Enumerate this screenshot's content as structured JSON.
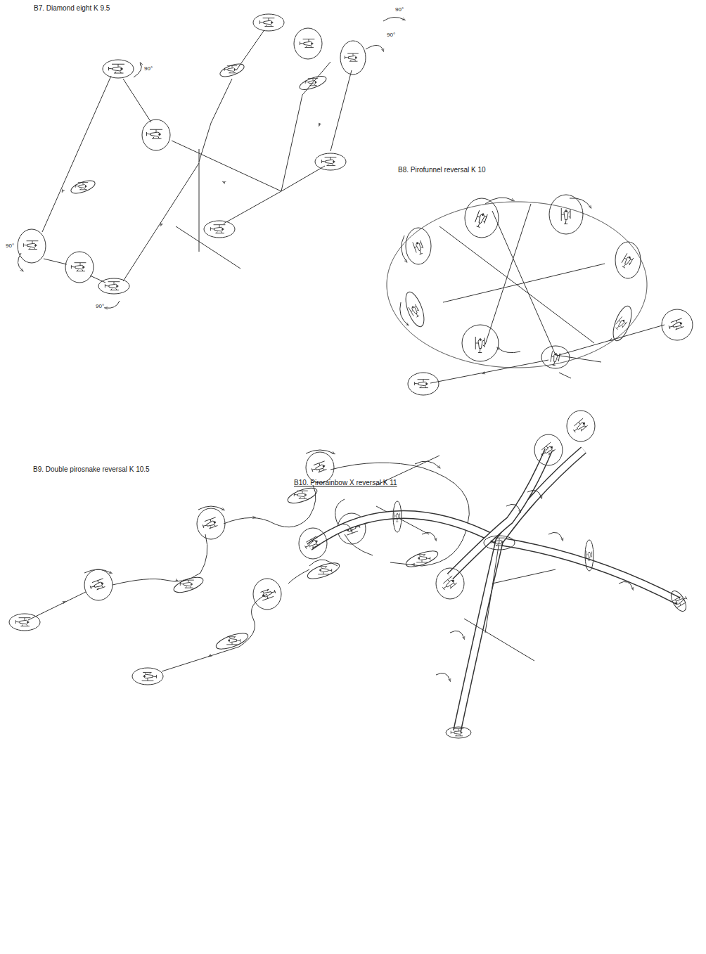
{
  "diagram": {
    "labels": [
      "B7. Diamond eight K 9.5",
      "90°",
      "90°",
      "90°",
      "90°",
      "90°",
      "B8. Pirofunnel reversal K 10",
      "B9. Double pirosnake reversal K 10.5",
      "B10. Pirorainbow X reversal K 11"
    ]
  }
}
